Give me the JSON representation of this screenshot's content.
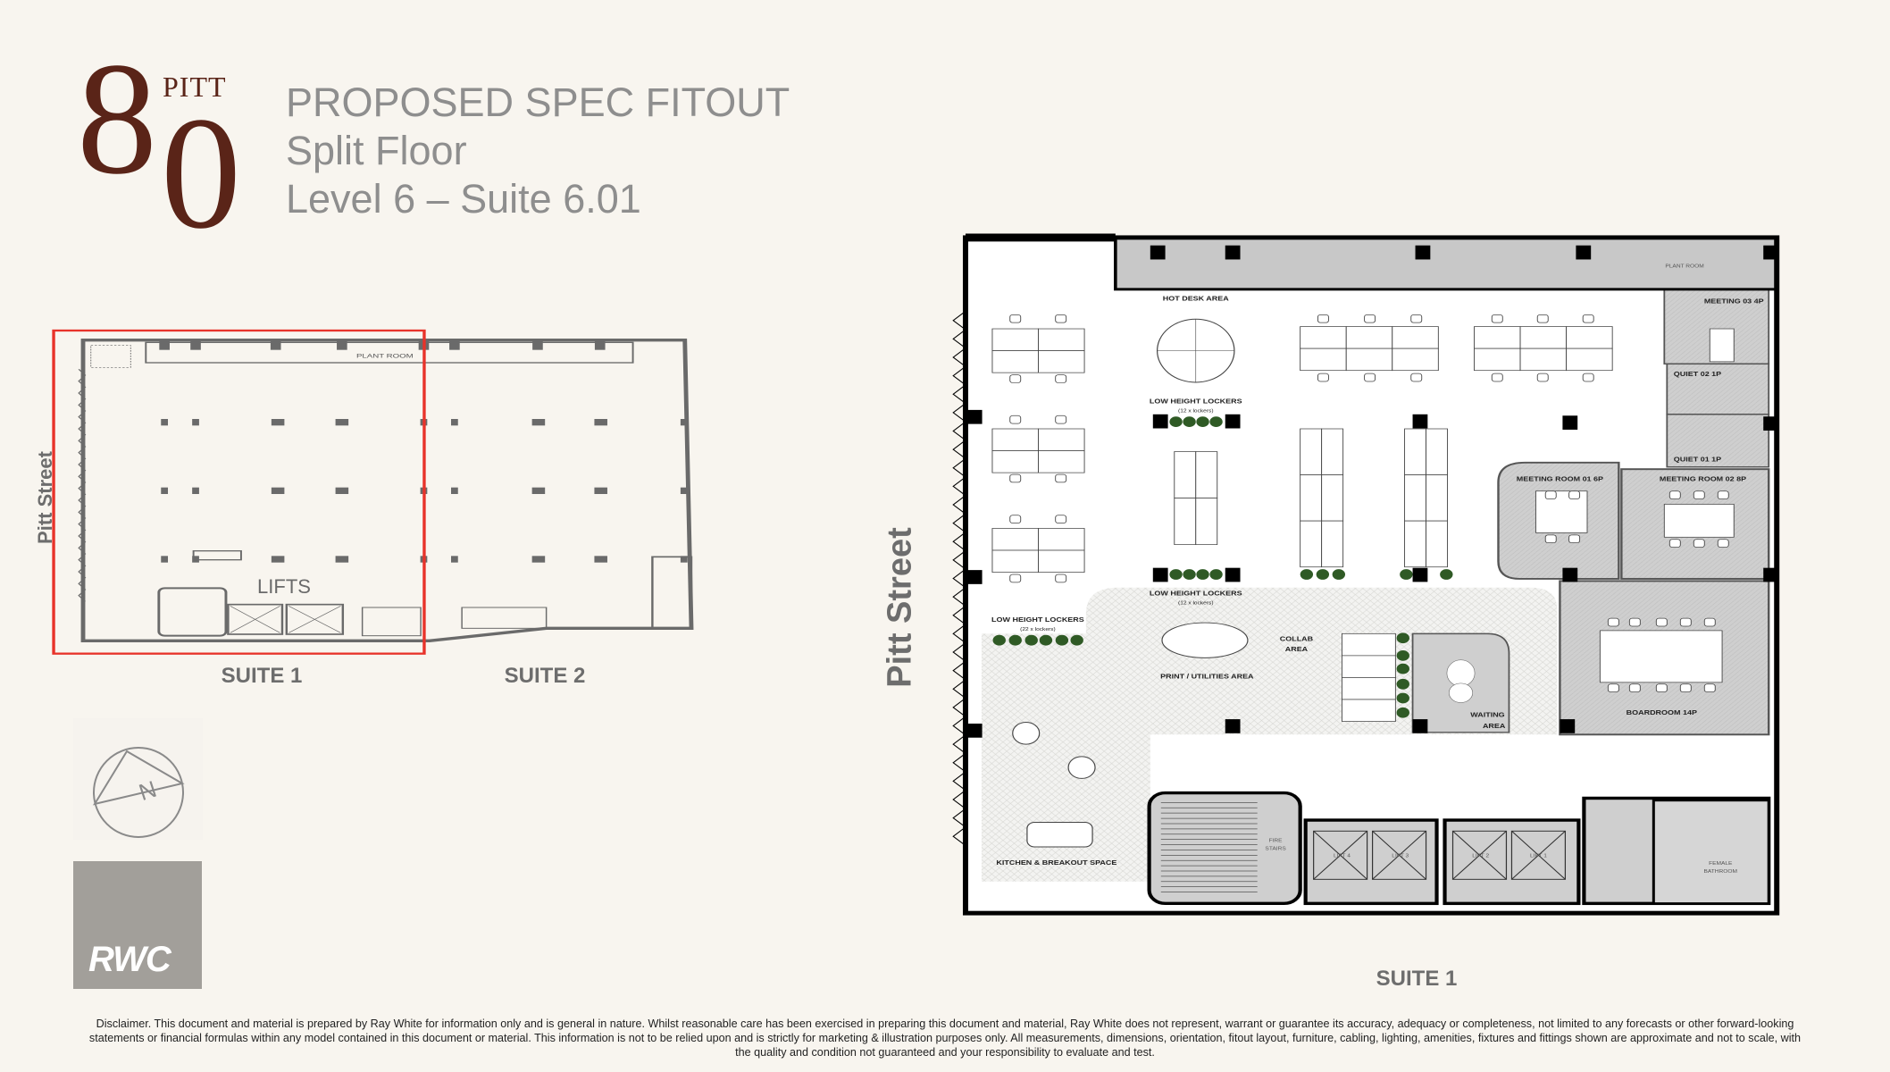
{
  "logo": {
    "digit_eight": "8",
    "digit_zero": "0",
    "word": "PITT"
  },
  "header": {
    "title": "PROPOSED SPEC FITOUT",
    "subtitle": "Split Floor",
    "level": "Level 6 – Suite 6.01"
  },
  "key_plan": {
    "street_label": "Pitt Street",
    "lifts_label": "LIFTS",
    "plant_room_label": "PLANT ROOM",
    "suite_1_label": "SUITE 1",
    "suite_2_label": "SUITE 2",
    "highlight_color": "#e8332a"
  },
  "compass": {
    "north_label": "N"
  },
  "brand": {
    "rwc_label": "RWC"
  },
  "fitout_plan": {
    "street_label": "Pitt Street",
    "suite_label": "SUITE 1",
    "rooms": {
      "plant_room": "PLANT ROOM",
      "hot_desk": "HOT DESK AREA",
      "lockers_a": "LOW HEIGHT LOCKERS",
      "lockers_a_count": "(12 x lockers)",
      "lockers_b": "LOW HEIGHT LOCKERS",
      "lockers_b_count": "(12 x lockers)",
      "lockers_c": "LOW HEIGHT LOCKERS",
      "lockers_c_count": "(22 x lockers)",
      "collab_1": "COLLAB",
      "collab_2": "AREA",
      "print": "PRINT / UTILITIES AREA",
      "waiting_1": "WAITING",
      "waiting_2": "AREA",
      "kitchen": "KITCHEN & BREAKOUT SPACE",
      "meeting_03": "MEETING 03 4P",
      "quiet_02": "QUIET 02 1P",
      "quiet_01": "QUIET 01 1P",
      "meeting_01": "MEETING ROOM 01 6P",
      "meeting_02": "MEETING ROOM 02 8P",
      "boardroom": "BOARDROOM 14P",
      "fire_stairs_1": "FIRE",
      "fire_stairs_2": "STAIRS",
      "lift_4": "LIFT 4",
      "lift_3": "LIFT 3",
      "lift_2": "LIFT 2",
      "lift_1": "LIFT 1",
      "bathroom_1": "FEMALE",
      "bathroom_2": "BATHROOM"
    }
  },
  "disclaimer": {
    "line1": "Disclaimer. This document and material is prepared by Ray White for information only and is general in nature.  Whilst reasonable care has been exercised in preparing this document and material,  Ray White does not represent, warrant or guarantee its accuracy, adequacy or completeness, not limited to any forecasts or other forward-looking",
    "line2": "statements or financial formulas within any model contained in this document or material. This information is not to be relied upon and is strictly for marketing & illustration purposes only. All measurements, dimensions, orientation, fitout layout, furniture, cabling, lighting, amenities, fixtures and fittings shown are approximate and not to scale, with",
    "line3": "the quality and condition not guaranteed and your responsibility to evaluate and test."
  }
}
